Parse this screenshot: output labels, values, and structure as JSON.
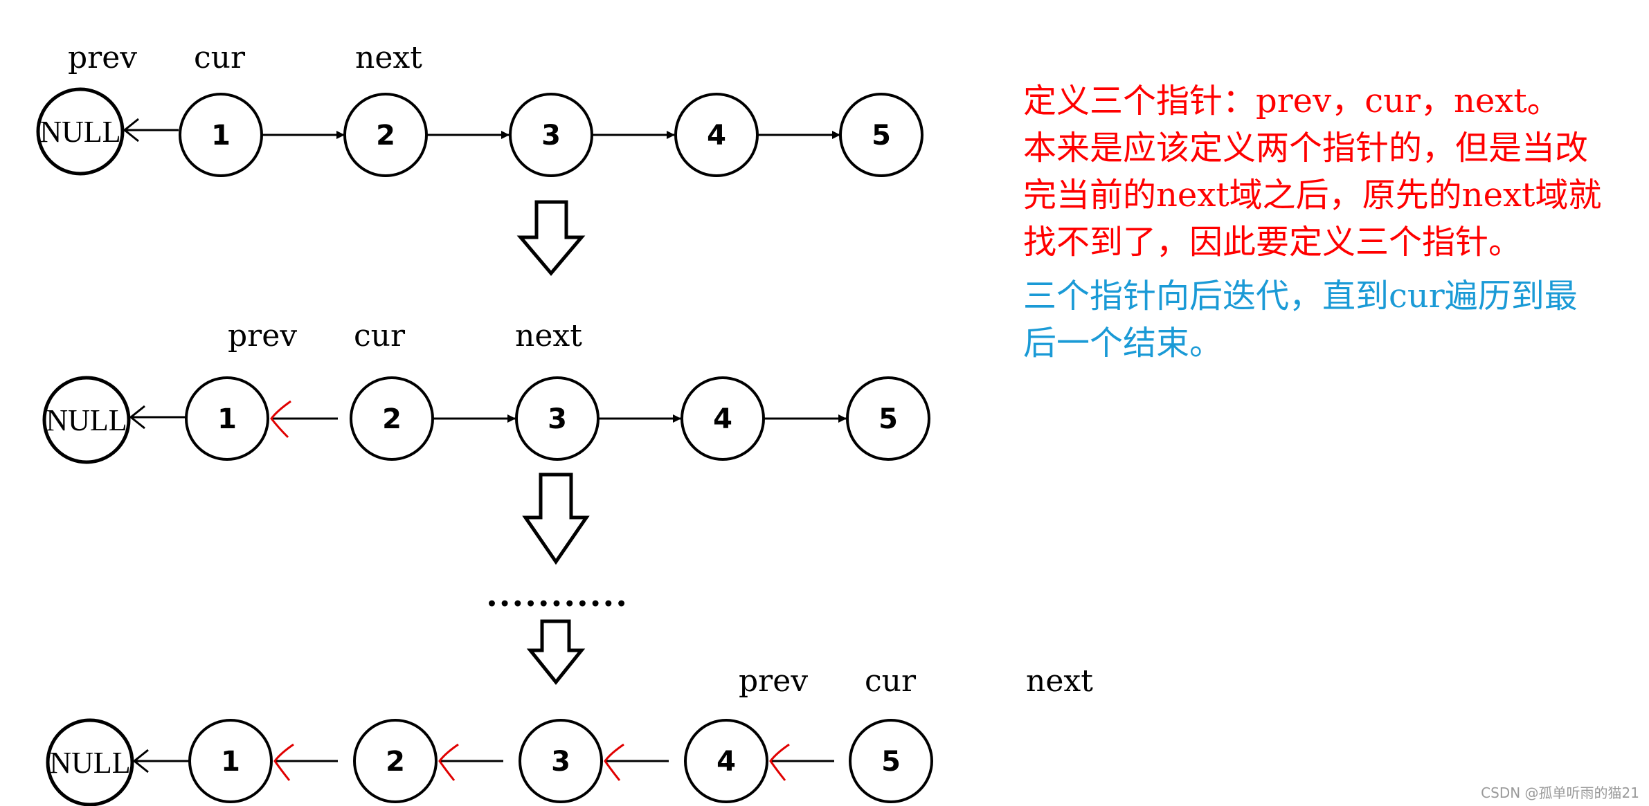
{
  "rows": [
    {
      "pointers": {
        "prev": "prev",
        "cur": "cur",
        "next": "next"
      },
      "null_label": "NULL",
      "nodes": [
        "1",
        "2",
        "3",
        "4",
        "5"
      ]
    },
    {
      "pointers": {
        "prev": "prev",
        "cur": "cur",
        "next": "next"
      },
      "null_label": "NULL",
      "nodes": [
        "1",
        "2",
        "3",
        "4",
        "5"
      ]
    },
    {
      "pointers": {
        "prev": "prev",
        "cur": "cur",
        "next": "next"
      },
      "null_label": "NULL",
      "nodes": [
        "1",
        "2",
        "3",
        "4",
        "5"
      ]
    }
  ],
  "ellipsis": "...........",
  "notes": {
    "red_lines": [
      "定义三个指针：prev，cur，next。",
      "本来是应该定义两个指针的，但是当改",
      "完当前的next域之后，原先的next域就",
      "找不到了，因此要定义三个指针。"
    ],
    "blue_lines": [
      "三个指针向后迭代，直到cur遍历到最",
      "后一个结束。"
    ]
  },
  "watermark": "CSDN @孤单听雨的猫21",
  "colors": {
    "red_note": "#ff0000",
    "blue_note": "#1a9ad6",
    "reversed_arrow": "#e00000"
  }
}
